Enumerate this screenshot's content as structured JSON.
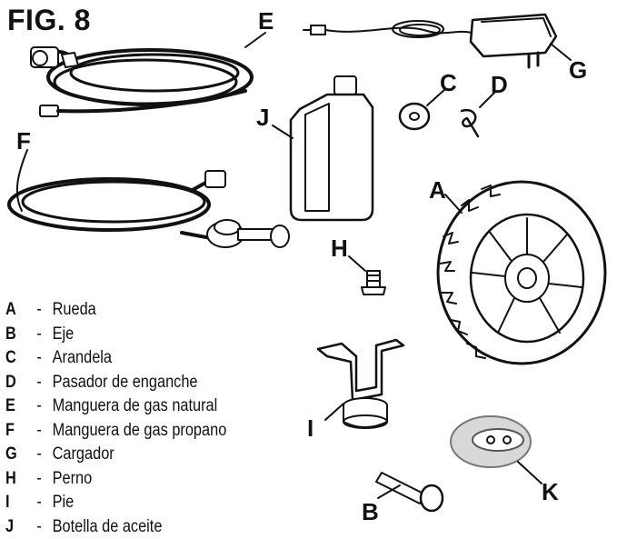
{
  "figure": {
    "title": "FIG. 8"
  },
  "callouts": {
    "A": "A",
    "B": "B",
    "C": "C",
    "D": "D",
    "E": "E",
    "F": "F",
    "G": "G",
    "H": "H",
    "I": "I",
    "J": "J",
    "K": "K"
  },
  "legend": [
    {
      "key": "A",
      "sep": "-",
      "name": "Rueda"
    },
    {
      "key": "B",
      "sep": "-",
      "name": "Eje"
    },
    {
      "key": "C",
      "sep": "-",
      "name": "Arandela"
    },
    {
      "key": "D",
      "sep": "-",
      "name": "Pasador de enganche"
    },
    {
      "key": "E",
      "sep": "-",
      "name": "Manguera de gas natural"
    },
    {
      "key": "F",
      "sep": "-",
      "name": "Manguera de gas propano"
    },
    {
      "key": "G",
      "sep": "-",
      "name": "Cargador"
    },
    {
      "key": "H",
      "sep": "-",
      "name": "Perno"
    },
    {
      "key": "I",
      "sep": "-",
      "name": "Pie"
    },
    {
      "key": "J",
      "sep": "-",
      "name": "Botella de aceite"
    }
  ]
}
